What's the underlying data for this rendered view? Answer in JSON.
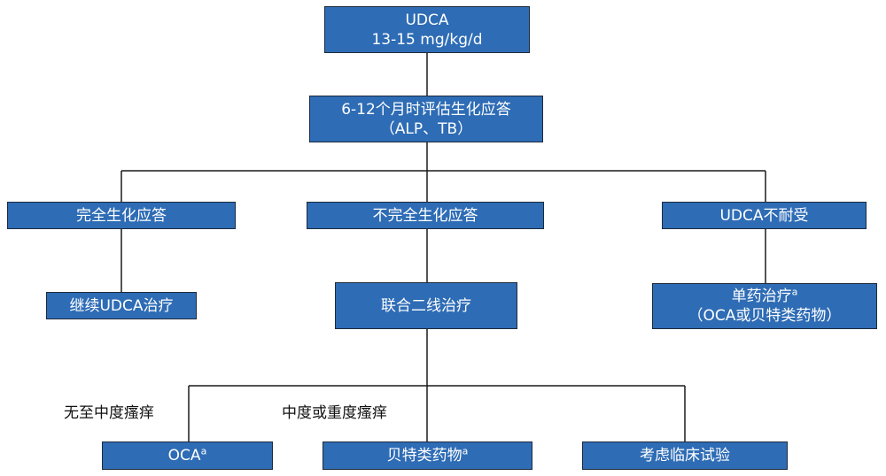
{
  "diagram": {
    "colors": {
      "box_fill": "#2e6cb5",
      "box_border": "#1d2a3a",
      "line": "#1a1a1a"
    },
    "udca": {
      "line1": "UDCA",
      "line2": "13-15 mg/kg/d"
    },
    "assess": {
      "line1": "6-12个月时评估生化应答",
      "line2": "（ALP、TB）"
    },
    "complete": {
      "label": "完全生化应答"
    },
    "incomplete": {
      "label": "不完全生化应答"
    },
    "intolerant": {
      "label": "UDCA不耐受"
    },
    "continue": {
      "label": "继续UDCA治疗"
    },
    "combo": {
      "label": "联合二线治疗"
    },
    "mono": {
      "line1": "单药治疗",
      "sup": "a",
      "line2": "（OCA或贝特类药物）"
    },
    "branch_none_to_moderate": "无至中度瘙痒",
    "branch_moderate_to_severe": "中度或重度瘙痒",
    "oca": {
      "label": "OCA",
      "sup": "a"
    },
    "fibrates": {
      "label": "贝特类药物",
      "sup": "a"
    },
    "trial": {
      "label": "考虑临床试验"
    }
  }
}
